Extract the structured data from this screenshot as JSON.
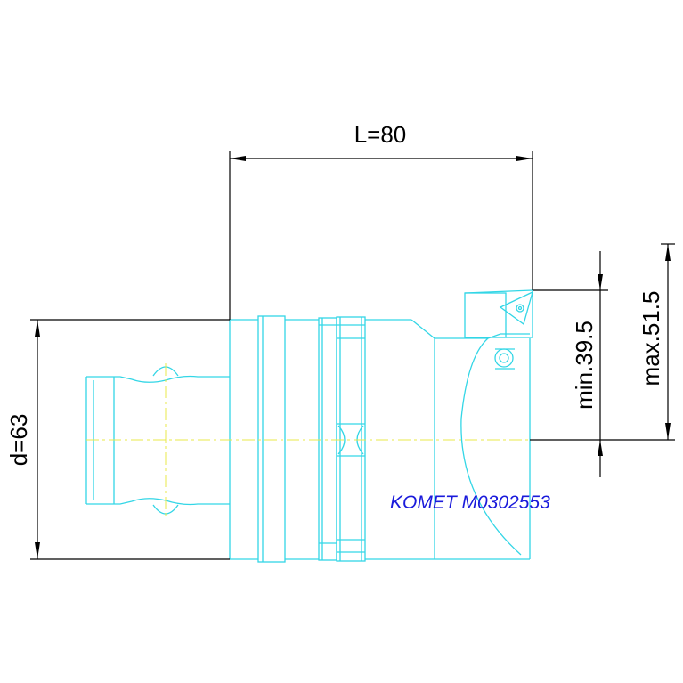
{
  "drawing": {
    "dimensions": {
      "length": "L=80",
      "diameter": "d=63",
      "min_radius": "min.39.5",
      "max_radius": "max.51.5"
    },
    "part_label": "KOMET M0302553",
    "colors": {
      "outline": "#33d6e6",
      "centerline": "#e8e84a",
      "dimension": "#000000",
      "label": "#1a1adb"
    }
  }
}
